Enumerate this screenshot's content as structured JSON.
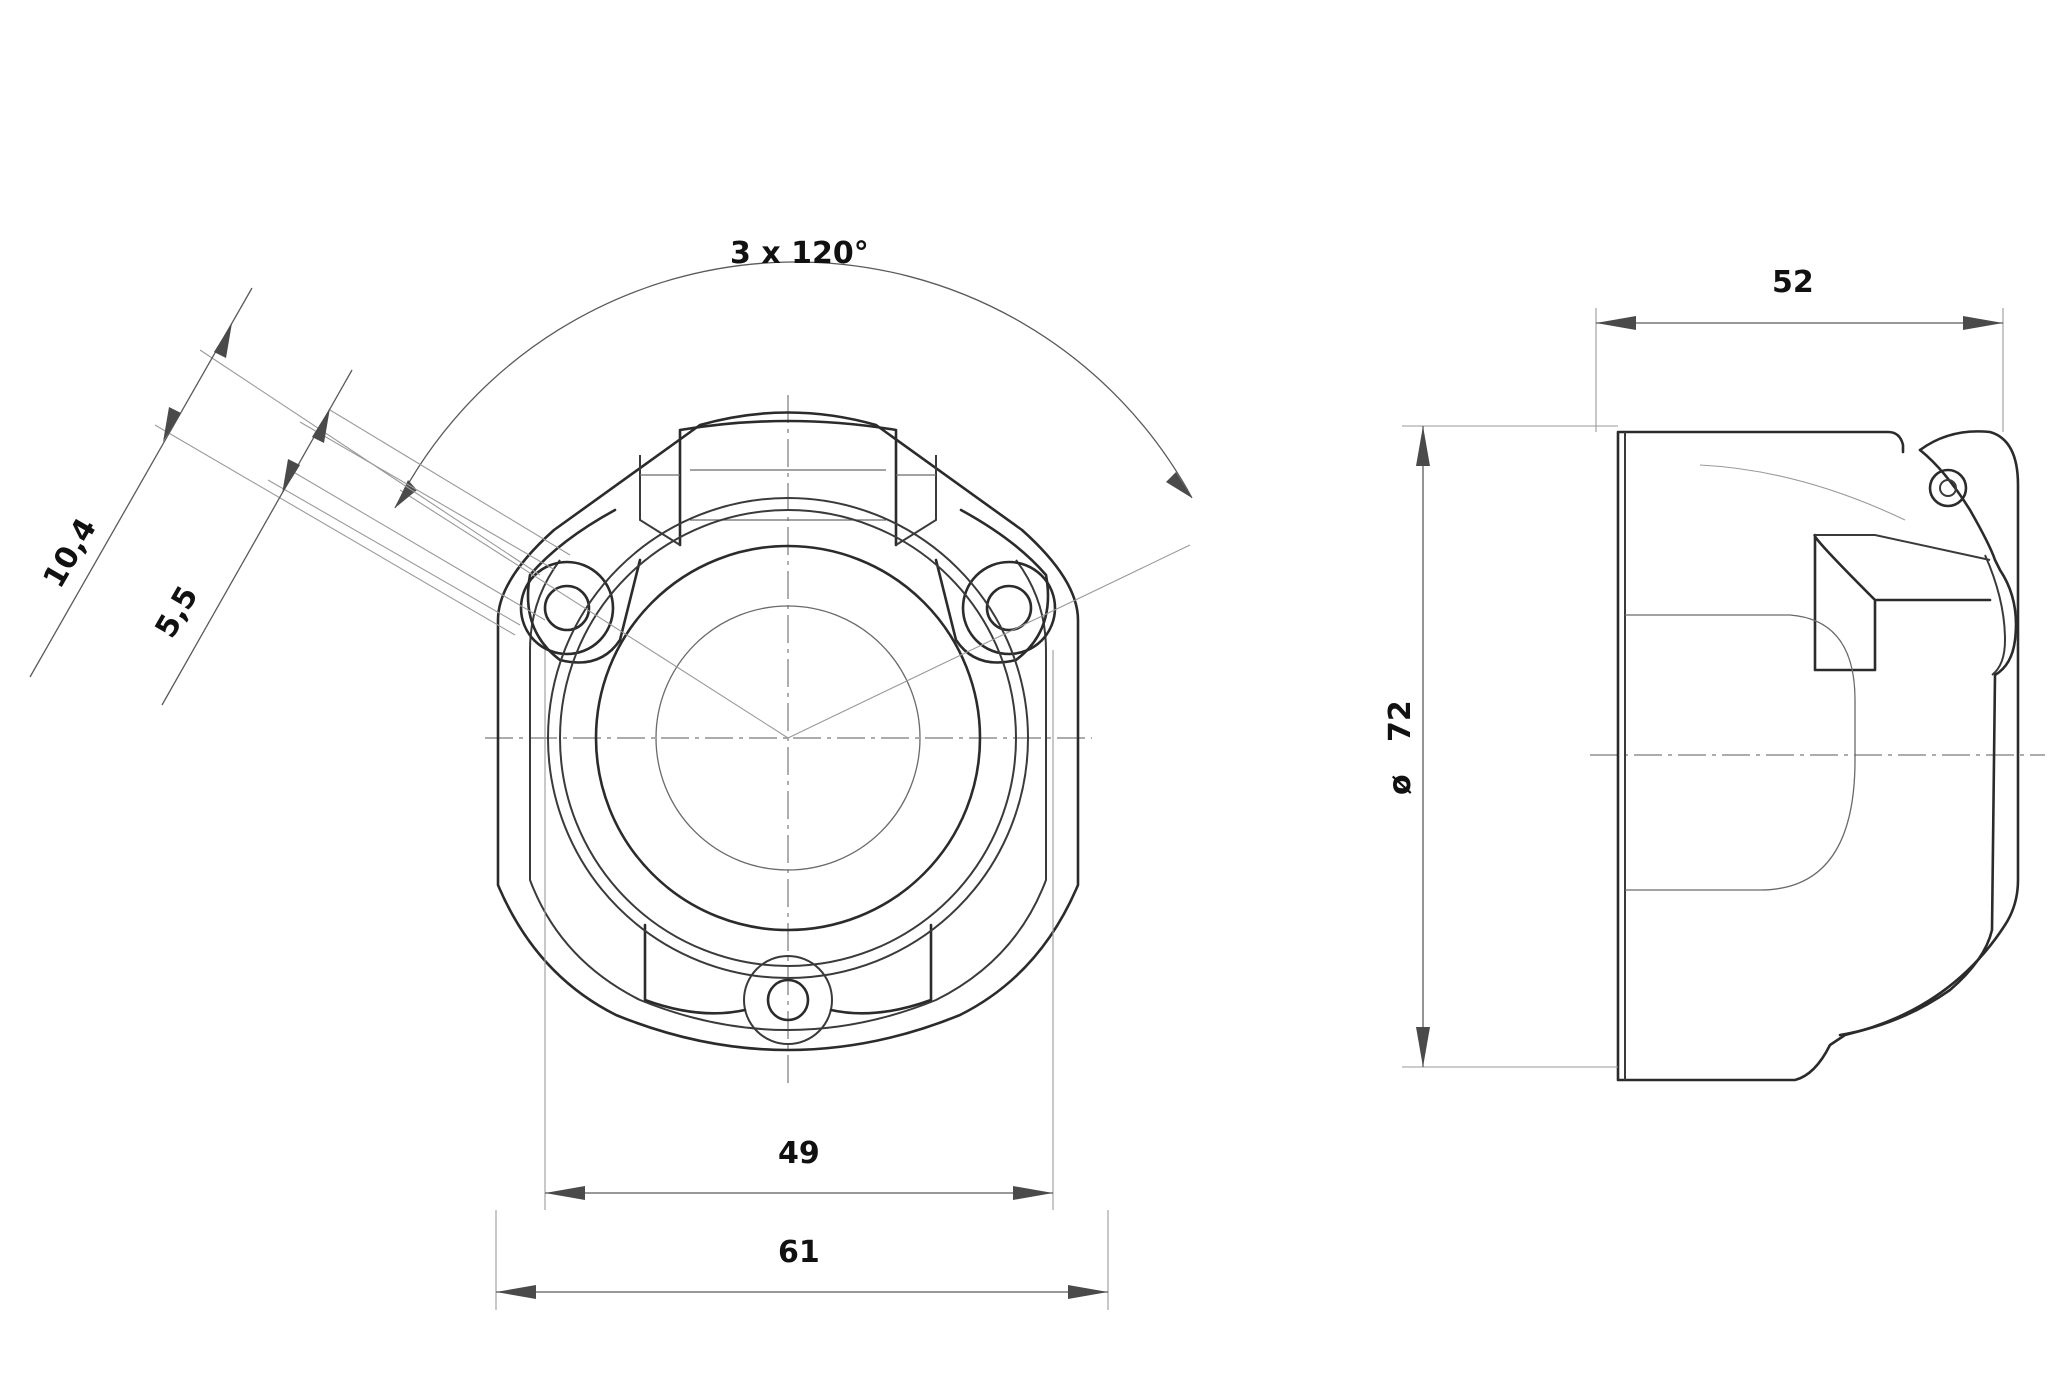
{
  "front_view": {
    "angle_label": "3 x 120°",
    "dim_offset_label": "10,4",
    "dim_hole_label": "5,5",
    "dim_inner_width_label": "49",
    "dim_outer_width_label": "61"
  },
  "side_view": {
    "depth_label": "52",
    "diameter_symbol": "ø",
    "diameter_label": "72"
  }
}
